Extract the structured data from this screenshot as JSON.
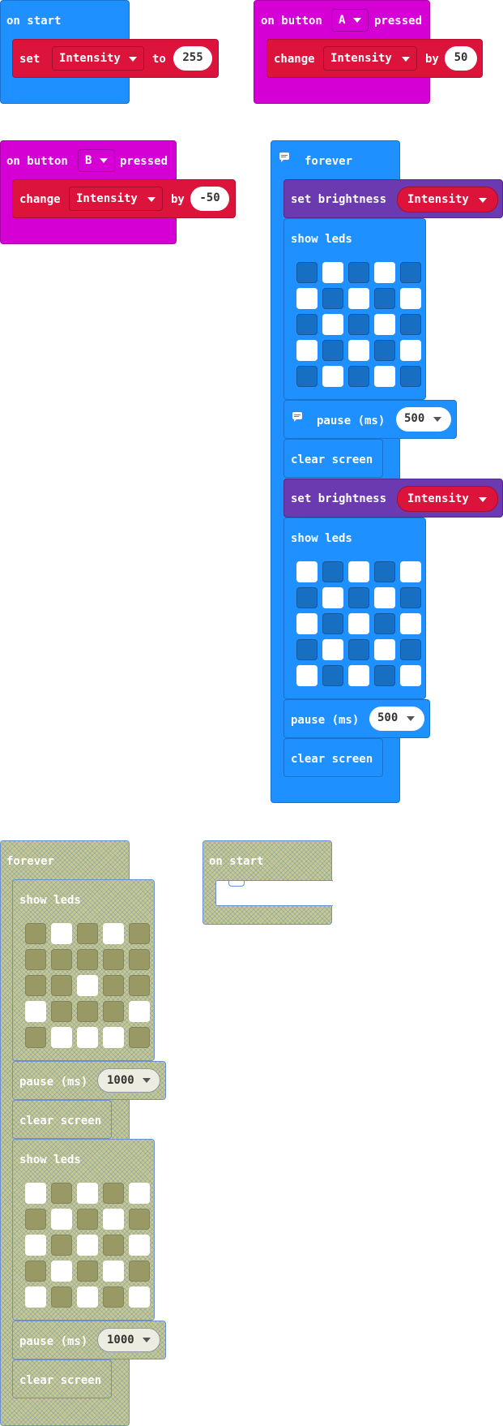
{
  "blocks": {
    "start1": {
      "label": "on start",
      "set": "set",
      "var": "Intensity",
      "to": "to",
      "value": "255"
    },
    "btnA": {
      "prefix": "on button",
      "button": "A",
      "suffix": "pressed",
      "change": "change",
      "var": "Intensity",
      "by": "by",
      "value": "50"
    },
    "btnB": {
      "prefix": "on button",
      "button": "B",
      "suffix": "pressed",
      "change": "change",
      "var": "Intensity",
      "by": "by",
      "value": "-50"
    },
    "forever1": {
      "label": "forever",
      "brightness1": {
        "label": "set brightness",
        "var": "Intensity"
      },
      "show1": {
        "label": "show leds",
        "leds": [
          [
            0,
            1,
            0,
            1,
            0
          ],
          [
            1,
            0,
            1,
            0,
            1
          ],
          [
            0,
            1,
            0,
            1,
            0
          ],
          [
            1,
            0,
            1,
            0,
            1
          ],
          [
            0,
            1,
            0,
            1,
            0
          ]
        ]
      },
      "pause1": {
        "label": "pause (ms)",
        "value": "500"
      },
      "clear1": "clear screen",
      "brightness2": {
        "label": "set brightness",
        "var": "Intensity"
      },
      "show2": {
        "label": "show leds",
        "leds": [
          [
            1,
            0,
            1,
            0,
            1
          ],
          [
            0,
            1,
            0,
            1,
            0
          ],
          [
            1,
            0,
            1,
            0,
            1
          ],
          [
            0,
            1,
            0,
            1,
            0
          ],
          [
            1,
            0,
            1,
            0,
            1
          ]
        ]
      },
      "pause2": {
        "label": "pause (ms)",
        "value": "500"
      },
      "clear2": "clear screen"
    },
    "forever2": {
      "label": "forever",
      "show1": {
        "label": "show leds",
        "leds": [
          [
            0,
            1,
            0,
            1,
            0
          ],
          [
            0,
            0,
            0,
            0,
            0
          ],
          [
            0,
            0,
            1,
            0,
            0
          ],
          [
            1,
            0,
            0,
            0,
            1
          ],
          [
            0,
            1,
            1,
            1,
            0
          ]
        ]
      },
      "pause1": {
        "label": "pause (ms)",
        "value": "1000"
      },
      "clear1": "clear screen",
      "show2": {
        "label": "show leds",
        "leds": [
          [
            1,
            0,
            1,
            0,
            1
          ],
          [
            0,
            1,
            0,
            1,
            0
          ],
          [
            1,
            0,
            1,
            0,
            1
          ],
          [
            0,
            1,
            0,
            1,
            0
          ],
          [
            1,
            0,
            1,
            0,
            1
          ]
        ]
      },
      "pause2": {
        "label": "pause (ms)",
        "value": "1000"
      },
      "clear2": "clear screen"
    },
    "start2": {
      "label": "on start"
    }
  },
  "colors": {
    "basic": "#1e90ff",
    "input": "#d400d4",
    "variables": "#dc143c",
    "led": "#6b3ab0",
    "disabled": "#c9c98f"
  }
}
